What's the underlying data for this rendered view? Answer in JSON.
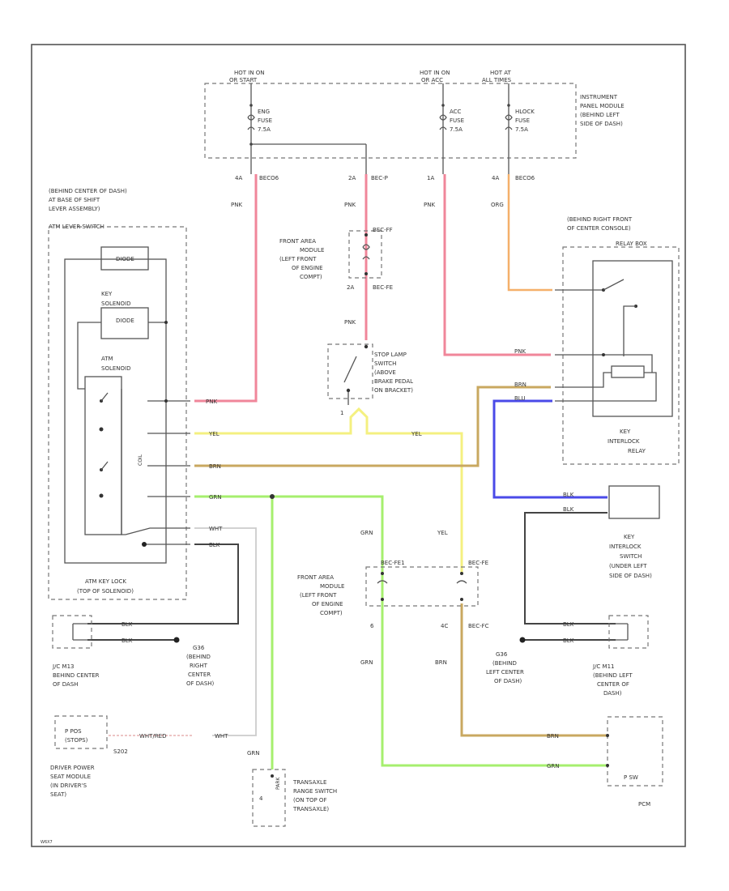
{
  "top": {
    "hot_run_start": [
      "HOT IN ON",
      "OR START"
    ],
    "hot_run_acc": [
      "HOT IN ON",
      "OR ACC"
    ],
    "hot_all_times": [
      "HOT AT",
      "ALL TIMES"
    ],
    "ipm_location": [
      "INSTRUMENT",
      "PANEL MODULE",
      "(BEHIND LEFT",
      "SIDE OF DASH)"
    ],
    "eng_fuse": [
      "ENG",
      "FUSE",
      "7.5A"
    ],
    "acc_fuse": [
      "ACC",
      "FUSE",
      "7.5A"
    ],
    "hlock_fuse": [
      "HLOCK",
      "FUSE",
      "7.5A"
    ]
  },
  "wires": {
    "w1": {
      "pin": "4A",
      "conn": "BECO6",
      "color": "PNK"
    },
    "w2": {
      "pin": "2A",
      "conn": "BEC-P",
      "color": "PNK"
    },
    "w3": {
      "pin": "1A",
      "conn": "",
      "color": "PNK"
    },
    "w4": {
      "pin": "4A",
      "conn": "BECO6",
      "color": "ORG"
    }
  },
  "shift_lock": {
    "location": [
      "(BEHIND CENTER OF DASH)",
      "AT BASE OF SHIFT",
      "LEVER ASSEMBLY)",
      "ATM LEVER SWITCH"
    ],
    "diode_label": "DIODE",
    "key_solenoid": [
      "KEY",
      "SOLENOID",
      "DIODE"
    ],
    "atm_solenoid": [
      "ATM",
      "SOLENOID"
    ],
    "bottom_label": [
      "ATM KEY LOCK",
      "(TOP OF SOLENOID)"
    ]
  },
  "front_area_top": {
    "label": [
      "FRONT AREA",
      "MODULE",
      "(LEFT FRONT",
      "OF ENGINE",
      "COMPT)"
    ],
    "conn_a": "BEC-FF",
    "conn_b": "BEC-FE",
    "pin_b": "2A",
    "wire": "PNK"
  },
  "stop_lamp": {
    "label": [
      "STOP LAMP",
      "SWITCH",
      "(ABOVE",
      "BRAKE PEDAL",
      "ON BRACKET)"
    ],
    "pin": "1"
  },
  "harness": {
    "pnk": "PNK",
    "yel": "YEL",
    "brn": "BRN",
    "grn": "GRN",
    "wht": "WHT",
    "blk": "BLK",
    "blu": "BLU",
    "org": "ORG"
  },
  "relay": {
    "location": [
      "(BEHIND RIGHT FRONT",
      "OF CENTER CONSOLE)",
      "RELAY BOX"
    ],
    "name": [
      "KEY",
      "INTERLOCK",
      "RELAY"
    ]
  },
  "key_switch": {
    "label": [
      "KEY",
      "INTERLOCK",
      "SWITCH",
      "(UNDER LEFT",
      "SIDE OF DASH)"
    ]
  },
  "front_area_bottom": {
    "label": [
      "FRONT AREA",
      "MODULE",
      "(LEFT FRONT",
      "OF ENGINE",
      "COMPT)"
    ],
    "conn_left": "BEC-FE1",
    "conn_right": "BEC-FE",
    "pin_left": "6",
    "pin_right": "4C",
    "conn_bottom": "BEC-FC"
  },
  "junctions": {
    "jc_left": [
      "J/C M13",
      "BEHIND CENTER",
      "OF DASH"
    ],
    "g_left": [
      "G36",
      "(BEHIND",
      "RIGHT",
      "CENTER",
      "OF DASH)"
    ],
    "g_right": [
      "G36",
      "(BEHIND",
      "LEFT CENTER",
      "OF DASH)"
    ],
    "jc_right": [
      "J/C M11",
      "(BEHIND LEFT",
      "CENTER OF",
      "DASH)"
    ]
  },
  "driver_seat": {
    "box": [
      "P POS",
      "(STOPS)"
    ],
    "wire": "WHT/RED",
    "splice": "S202",
    "label": [
      "DRIVER POWER",
      "SEAT MODULE",
      "(IN DRIVER'S",
      "SEAT)"
    ]
  },
  "transaxle": {
    "pin": "4",
    "part": "PARK",
    "label": [
      "TRANSAXLE",
      "RANGE SWITCH",
      "(ON TOP OF",
      "TRANSAXLE)"
    ]
  },
  "pcm": {
    "box": "P SW",
    "name": "PCM"
  },
  "footer_code": "W6X7"
}
